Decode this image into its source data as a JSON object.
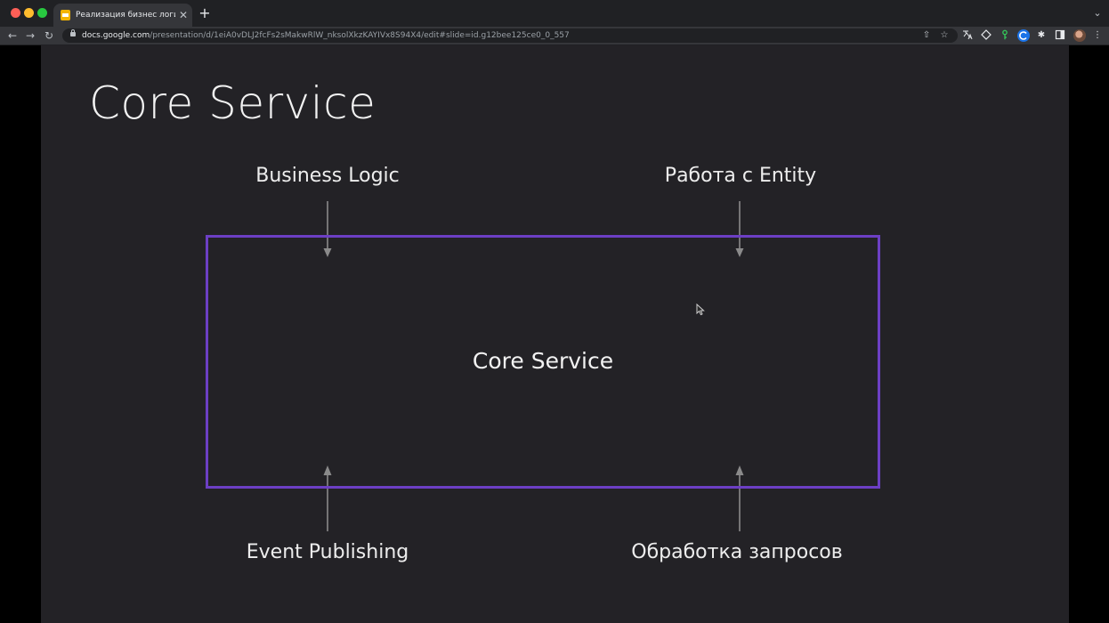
{
  "browser": {
    "tab_title": "Реализация бизнес логики -",
    "tab_close": "✕",
    "new_tab": "+",
    "tab_search": "⌄",
    "url_host": "docs.google.com",
    "url_path": "/presentation/d/1eiA0vDLJ2fcFs2sMakwRlW_nksolXkzKAYIVx8S94X4/edit#slide=id.g12bee125ce0_0_557",
    "back": "←",
    "forward": "→",
    "reload": "↻",
    "share": "⇧",
    "bookmark": "☆",
    "extensions": "✱",
    "menu": "⋮"
  },
  "slide": {
    "title": "Core Service",
    "center_label": "Core Service",
    "labels": {
      "business_logic": "Business Logic",
      "entity_work": "Работа с Entity",
      "event_publishing": "Event Publishing",
      "request_processing": "Обработка запросов"
    }
  },
  "colors": {
    "slide_background": "#232226",
    "box_border": "#6c3fc4",
    "arrow": "#8a8a8a",
    "text": "#ededed"
  }
}
